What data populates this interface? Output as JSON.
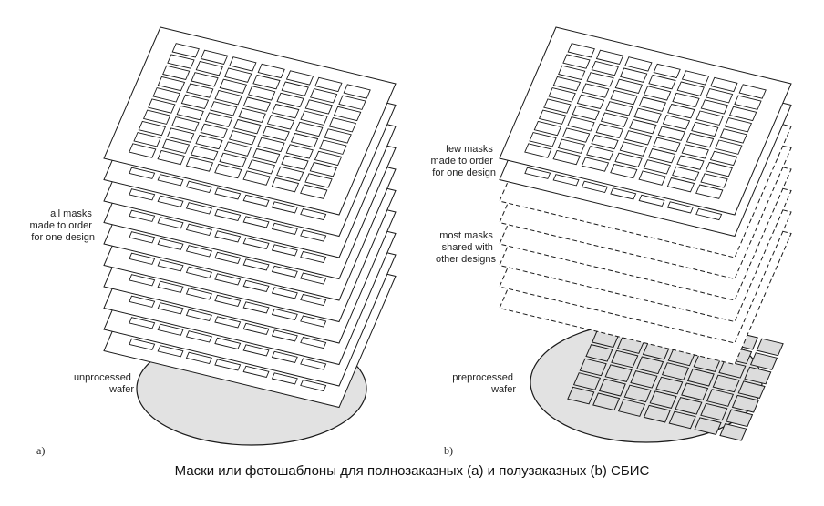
{
  "figure": {
    "panel_a": {
      "letter": "a)",
      "label_masks": [
        "all masks",
        "made to order",
        "for one design"
      ],
      "label_wafer": [
        "unprocessed",
        "wafer"
      ]
    },
    "panel_b": {
      "letter": "b)",
      "label_top": [
        "few masks",
        "made to order",
        "for one design"
      ],
      "label_mid": [
        "most masks",
        "shared with",
        "other designs"
      ],
      "label_wafer": [
        "preprocessed",
        "wafer"
      ]
    },
    "caption": "Маски или фотошаблоны для полнозаказных (a) и полузаказных (b)  СБИС"
  },
  "colors": {
    "stroke": "#1a1a1a",
    "wafer_fill": "#e2e2e2",
    "plate_fill": "#ffffff"
  }
}
